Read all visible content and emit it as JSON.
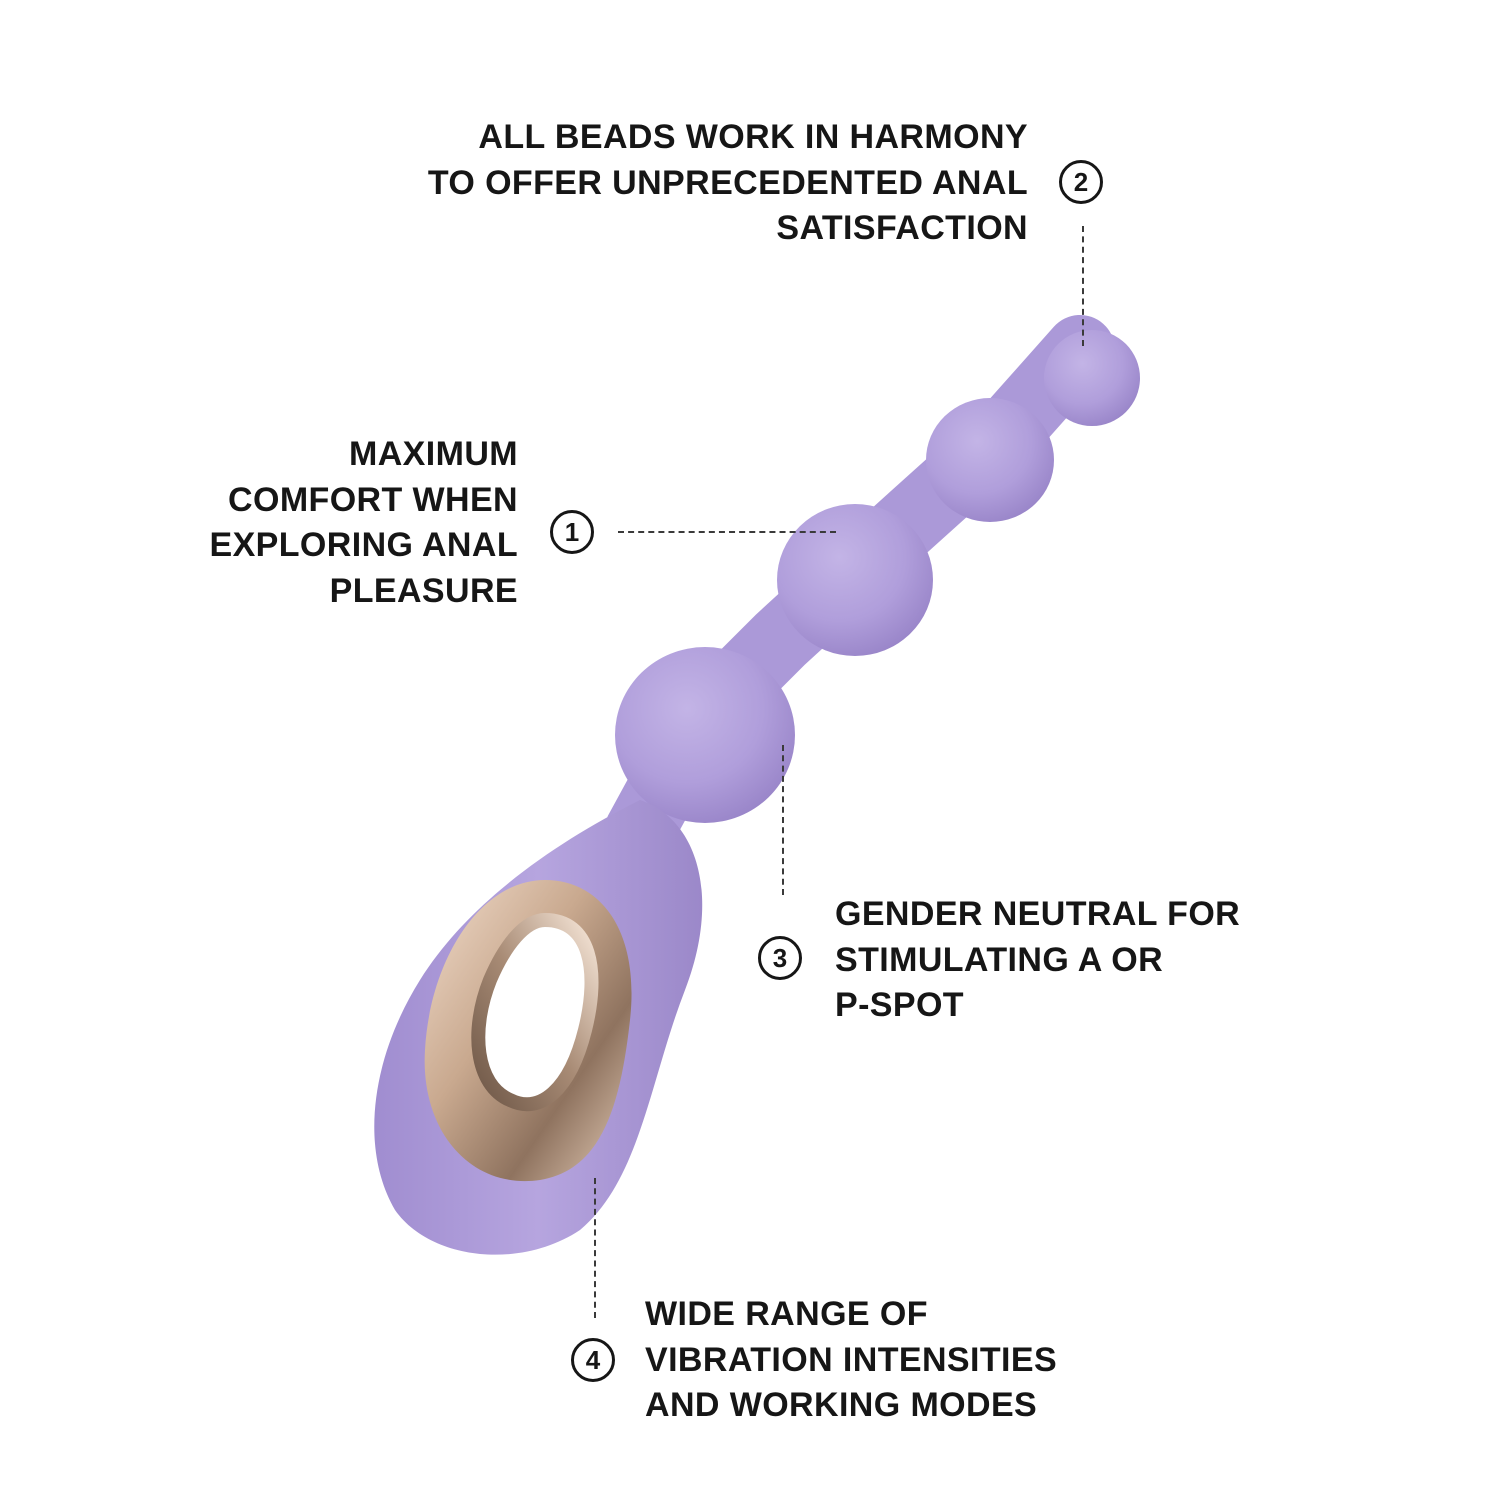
{
  "colors": {
    "background": "#ffffff",
    "text": "#161616",
    "product_body": "#b3a1db",
    "product_shadow": "#9a86c9",
    "ring_gold": "#c9a98f"
  },
  "callouts": [
    {
      "number": "1",
      "text": "MAXIMUM\nCOMFORT WHEN\nEXPLORING ANAL\nPLEASURE"
    },
    {
      "number": "2",
      "text": "ALL BEADS WORK IN HARMONY\nTO OFFER UNPRECEDENTED ANAL\nSATISFACTION"
    },
    {
      "number": "3",
      "text": "GENDER NEUTRAL FOR\nSTIMULATING A OR\nP-SPOT"
    },
    {
      "number": "4",
      "text": "WIDE RANGE OF\nVIBRATION INTENSITIES\nAND WORKING MODES"
    }
  ]
}
